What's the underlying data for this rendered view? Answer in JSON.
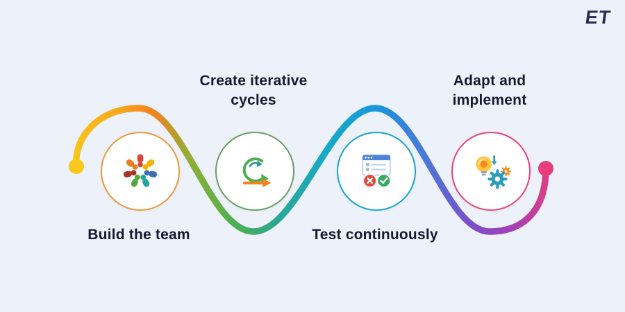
{
  "meta": {
    "background": "#EDF1F9",
    "text_color": "#141A30"
  },
  "logo": {
    "text": "ET",
    "color": "#272E52"
  },
  "steps": [
    {
      "label": "Build the team",
      "label_position": "below",
      "icon": "team-huddle-icon",
      "ring_color": "#EE9A3D"
    },
    {
      "label": "Create iterative cycles",
      "label_position": "above",
      "icon": "iteration-cycle-icon",
      "ring_color": "#68A063"
    },
    {
      "label": "Test continuously",
      "label_position": "below",
      "icon": "testing-checklist-icon",
      "ring_color": "#18A7CB"
    },
    {
      "label": "Adapt and implement",
      "label_position": "above",
      "icon": "bulb-gear-icon",
      "ring_color": "#E9447D"
    }
  ],
  "flow_path": {
    "start_dot_color": "#F8C81C",
    "end_dot_color": "#E93D7B",
    "gradient_stops": [
      "#F8C81C",
      "#F8A71B",
      "#F5821F",
      "#8CAF35",
      "#4CAF50",
      "#2AA795",
      "#15ABC8",
      "#1897DB",
      "#4A78D9",
      "#7E4EC8",
      "#A93FB4",
      "#E93D7B"
    ]
  }
}
